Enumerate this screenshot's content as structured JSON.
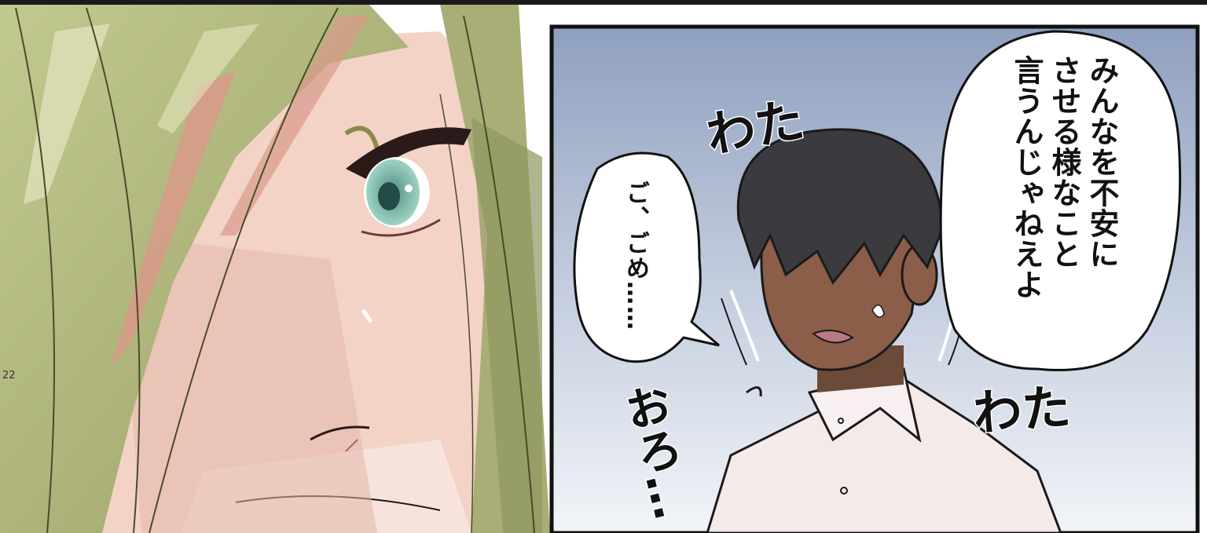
{
  "page": {
    "page_number": "22"
  },
  "panel_right": {
    "speech_main": "みんなを不安に\nさせる様なこと\n言うんじゃねえよ",
    "speech_apology": "ご、ごめ……",
    "sfx_wata_1": "わた",
    "sfx_wata_2": "わた",
    "sfx_oro": "おろ…"
  }
}
